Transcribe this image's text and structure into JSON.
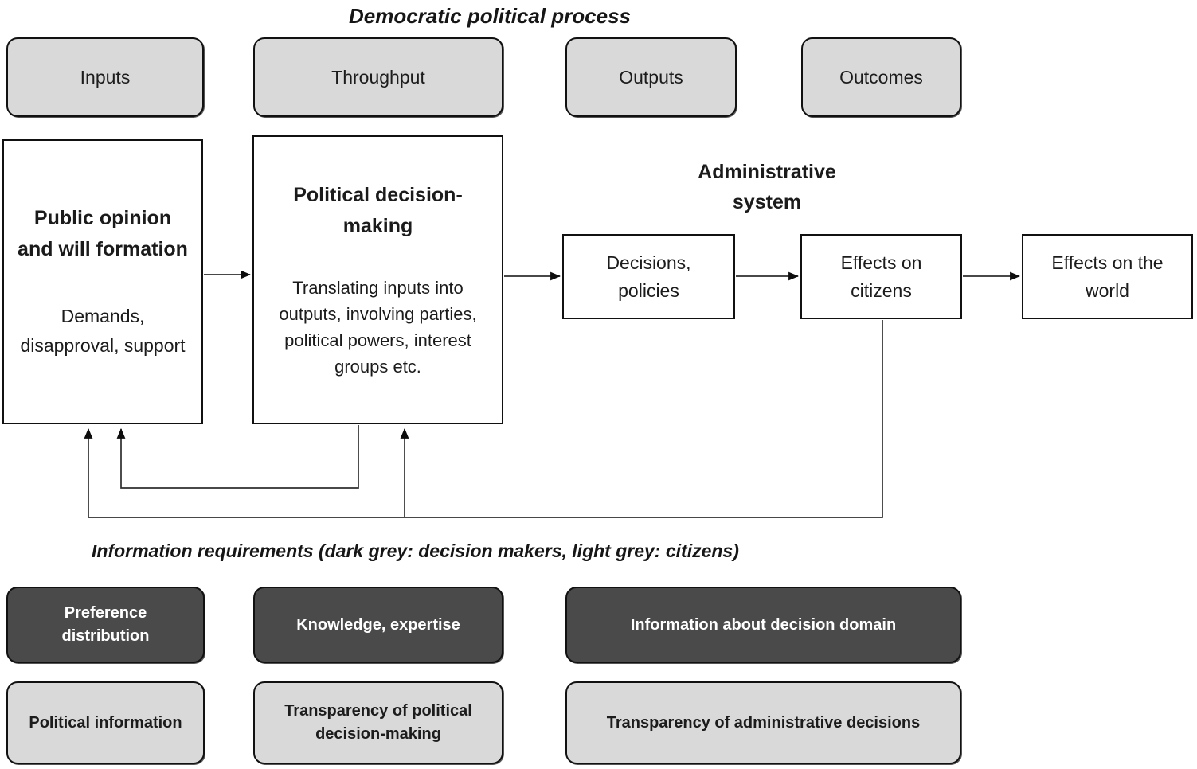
{
  "diagram": {
    "top_title": "Democratic political process",
    "info_title": "Information requirements (dark grey: decision makers, light grey: citizens)",
    "stages": [
      {
        "label": "Inputs"
      },
      {
        "label": "Throughput"
      },
      {
        "label": "Outputs"
      },
      {
        "label": "Outcomes"
      }
    ],
    "process": {
      "public_opinion": {
        "title": "Public opinion and will formation",
        "body": "Demands, disapproval, support"
      },
      "political_decision_making": {
        "title": "Political decision-making",
        "body": "Translating inputs into outputs, involving parties, political powers, interest groups etc."
      },
      "admin_system_label": "Administrative system",
      "decisions_policies": "Decisions, policies",
      "effects_on_citizens": "Effects on citizens",
      "effects_on_world": "Effects on the world"
    },
    "decision_maker_requirements": [
      {
        "label": "Preference distribution"
      },
      {
        "label": "Knowledge, expertise"
      },
      {
        "label": "Information about decision domain"
      }
    ],
    "citizen_requirements": [
      {
        "label": "Political information"
      },
      {
        "label": "Transparency of political decision-making"
      },
      {
        "label": "Transparency of administrative decisions"
      }
    ],
    "colors": {
      "light_grey": "#d9d9d9",
      "dark_grey": "#4a4a4a",
      "border": "#111111",
      "text": "#1b1b1b"
    }
  }
}
